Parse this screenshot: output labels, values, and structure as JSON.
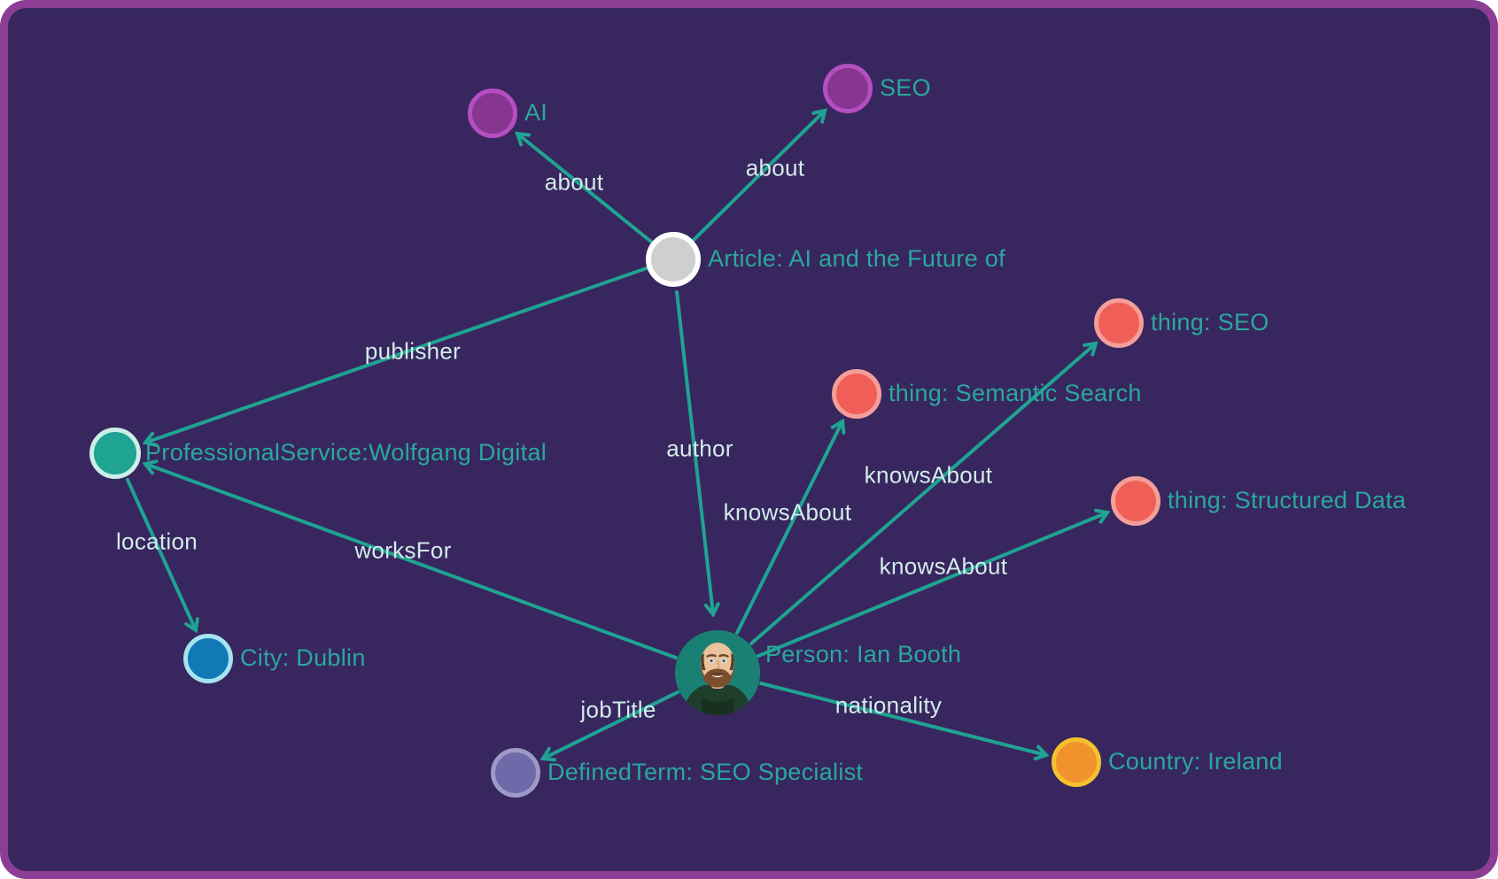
{
  "colors": {
    "canvas_background": "#38265f",
    "frame_border": "#8c3e94",
    "edge": "#1fa392",
    "node_label_text": "#2aa89b",
    "edge_label_text": "#d2ebe8",
    "topic_node_fill": "#87368f",
    "topic_node_ring": "#b44ec2",
    "article_node_fill": "#cfcfcf",
    "article_node_ring": "#ffffff",
    "service_node_fill": "#1fa392",
    "service_node_ring": "#cbeee6",
    "thing_node_fill": "#ef5f58",
    "thing_node_ring": "#f49e99",
    "city_node_fill": "#1179b6",
    "city_node_ring": "#a6e4f0",
    "term_node_fill": "#6f69a9",
    "term_node_ring": "#9e9ac6",
    "country_node_fill": "#f0932d",
    "country_node_ring": "#f4c12e",
    "person_node_background": "#1b8074"
  },
  "graph": {
    "nodes": [
      {
        "id": "ai",
        "label": "AI",
        "type": "topic"
      },
      {
        "id": "seo",
        "label": "SEO",
        "type": "topic"
      },
      {
        "id": "article",
        "label": "Article: AI and the Future of",
        "type": "article"
      },
      {
        "id": "professional-service",
        "label": "ProfessionalService:Wolfgang Digital",
        "type": "service"
      },
      {
        "id": "thing-seo",
        "label": "thing: SEO",
        "type": "thing"
      },
      {
        "id": "thing-semantic-search",
        "label": "thing: Semantic Search",
        "type": "thing"
      },
      {
        "id": "thing-structured-data",
        "label": "thing: Structured Data",
        "type": "thing"
      },
      {
        "id": "person",
        "label": "Person: Ian Booth",
        "type": "person",
        "avatar": "bearded-man-photo"
      },
      {
        "id": "city-dublin",
        "label": "City: Dublin",
        "type": "city"
      },
      {
        "id": "defined-term",
        "label": "DefinedTerm: SEO Specialist",
        "type": "term"
      },
      {
        "id": "country-ireland",
        "label": "Country: Ireland",
        "type": "country"
      }
    ],
    "edges": [
      {
        "label": "about",
        "from": "article",
        "to": "ai"
      },
      {
        "label": "about",
        "from": "article",
        "to": "seo"
      },
      {
        "label": "publisher",
        "from": "article",
        "to": "professional-service"
      },
      {
        "label": "author",
        "from": "article",
        "to": "person"
      },
      {
        "label": "knowsAbout",
        "from": "person",
        "to": "thing-semantic-search"
      },
      {
        "label": "knowsAbout",
        "from": "person",
        "to": "thing-seo"
      },
      {
        "label": "knowsAbout",
        "from": "person",
        "to": "thing-structured-data"
      },
      {
        "label": "worksFor",
        "from": "person",
        "to": "professional-service"
      },
      {
        "label": "location",
        "from": "professional-service",
        "to": "city-dublin"
      },
      {
        "label": "jobTitle",
        "from": "person",
        "to": "defined-term"
      },
      {
        "label": "nationality",
        "from": "person",
        "to": "country-ireland"
      }
    ]
  }
}
